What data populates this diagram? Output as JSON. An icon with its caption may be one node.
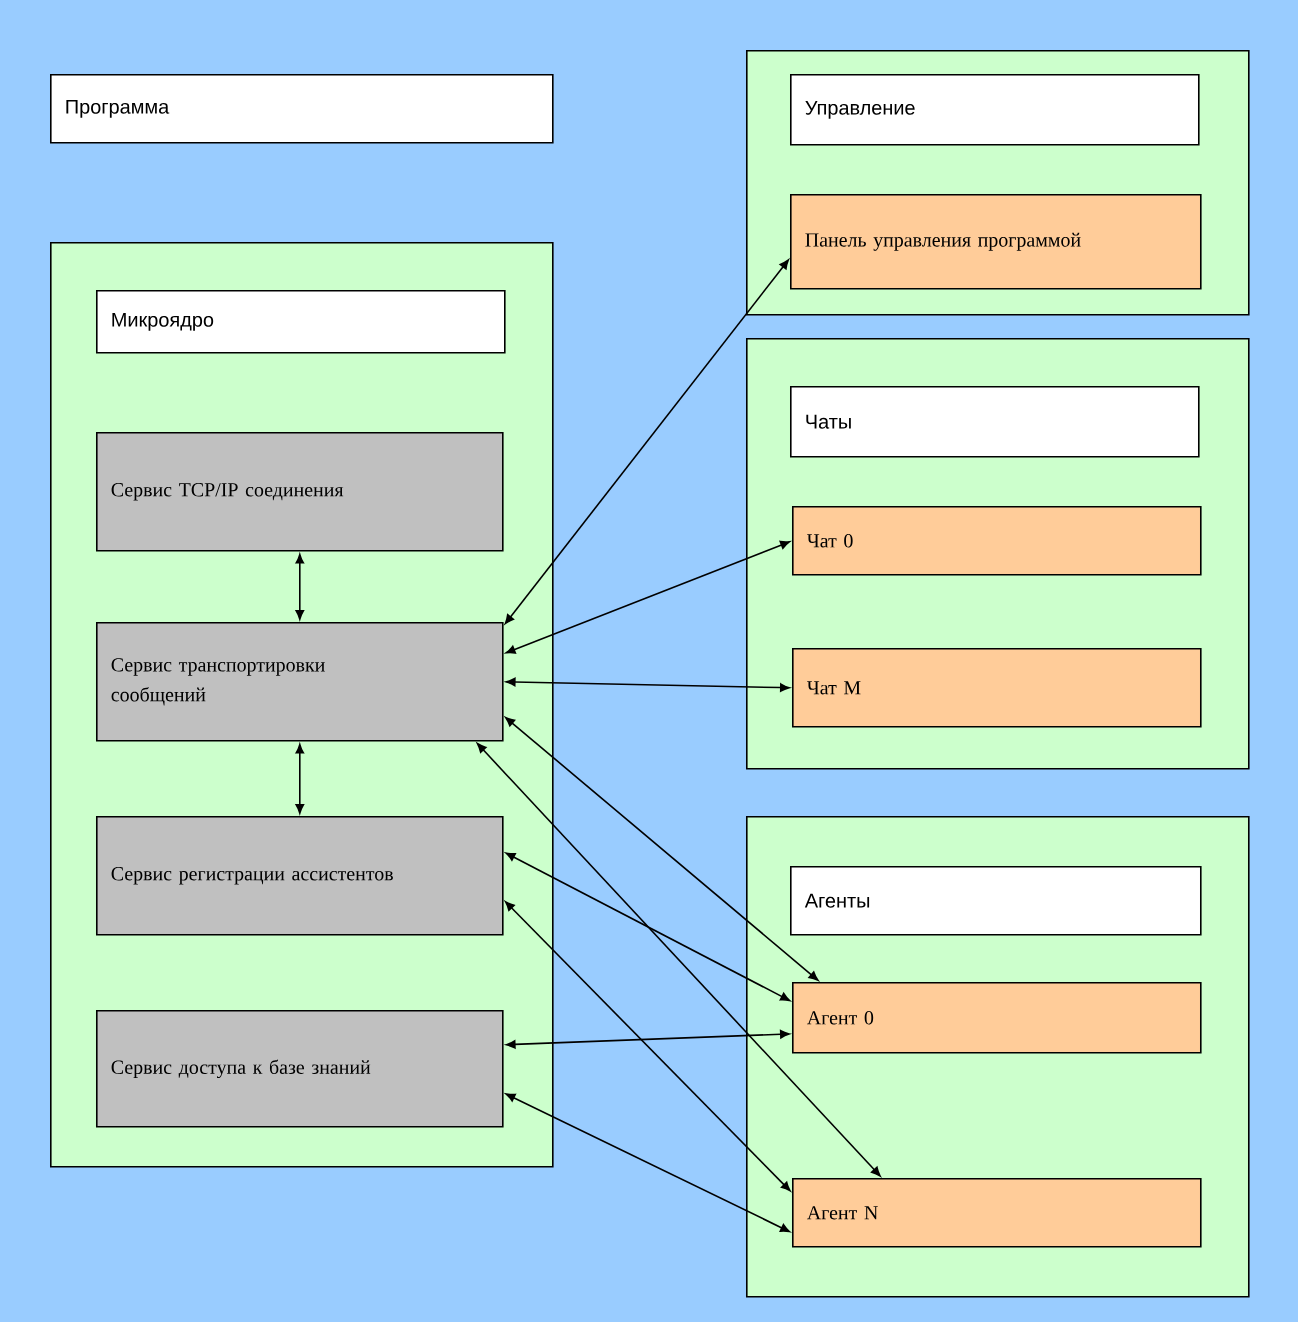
{
  "diagram": {
    "nodes": [
      {
        "text": [
          "Программа"
        ]
      },
      {
        "text": [],
        "shape": "box"
      },
      {
        "text": [
          "Микроядро"
        ],
        "in": 1
      },
      {
        "text": [
          "Сервис TCP/IP соединения"
        ],
        "in": 1
      },
      {
        "text": [
          "Сервис транспортировки сообщений"
        ],
        "in": 1
      },
      {
        "text": [
          "Сервис регистрации ассистентов"
        ],
        "in": 1
      },
      {
        "text": [
          "Сервис доступа к базе знаний"
        ],
        "in": 1
      },
      {
        "text": [],
        "shape": "box"
      },
      {
        "text": [
          "Управление"
        ],
        "in": 7
      },
      {
        "text": [
          "Панель управления программой"
        ],
        "in": 7
      },
      {
        "text": [],
        "shape": "box"
      },
      {
        "text": [
          "Чаты"
        ],
        "in": 10
      },
      {
        "text": [
          "Чат 0"
        ],
        "in": 10
      },
      {
        "text": [
          "Чат M"
        ],
        "in": 10
      },
      {
        "text": [],
        "shape": "box"
      },
      {
        "text": [
          "Агенты"
        ],
        "in": 14
      },
      {
        "text": [
          "Агент 0"
        ],
        "in": 14
      },
      {
        "text": [
          "Агент N"
        ],
        "in": 14
      }
    ],
    "edges": [
      {
        "from": 3,
        "to": 4,
        "arrow": "both"
      },
      {
        "from": 4,
        "to": 5,
        "arrow": "both"
      },
      {
        "from": 4,
        "to": 9,
        "arrow": "both"
      },
      {
        "from": 4,
        "to": 12,
        "arrow": "both"
      },
      {
        "from": 4,
        "to": 13,
        "arrow": "both"
      },
      {
        "from": 4,
        "to": 16,
        "arrow": "both"
      },
      {
        "from": 4,
        "to": 17,
        "arrow": "both"
      },
      {
        "from": 16,
        "to": 5,
        "arrow": "both"
      },
      {
        "from": 17,
        "to": 5,
        "arrow": "both"
      },
      {
        "from": 16,
        "to": 6,
        "arrow": "both"
      },
      {
        "from": 17,
        "to": 6,
        "arrow": "both"
      }
    ]
  }
}
